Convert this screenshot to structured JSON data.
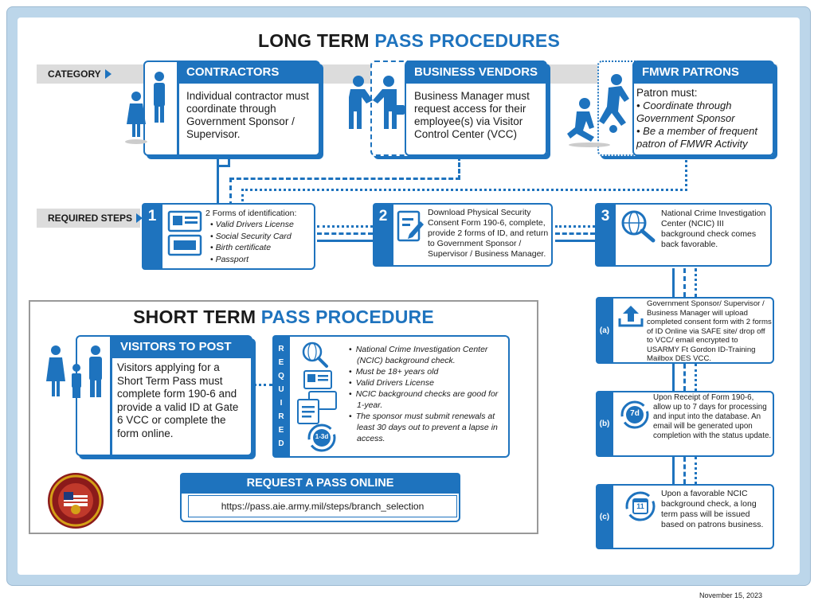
{
  "long_term": {
    "title_dark": "LONG TERM",
    "title_blue": "PASS PROCEDURES",
    "category_label": "CATEGORY",
    "required_steps_label": "REQUIRED STEPS",
    "categories": [
      {
        "heading": "CONTRACTORS",
        "body": "Individual contractor must coordinate through Government Sponsor / Supervisor."
      },
      {
        "heading": "BUSINESS VENDORS",
        "body": "Business Manager must request access for their employee(s) via Visitor Control Center (VCC)"
      },
      {
        "heading": "FMWR PATRONS",
        "intro": "Patron must:",
        "bullets": [
          "Coordinate through Government Sponsor",
          "Be a member of frequent patron of FMWR Activity"
        ]
      }
    ],
    "steps": [
      {
        "number": "1",
        "intro": "2 Forms of identification:",
        "bullets": [
          "Valid Drivers License",
          "Social Security Card",
          "Birth certificate",
          "Passport"
        ]
      },
      {
        "number": "2",
        "body": "Download Physical Security Consent Form 190-6, complete, provide 2 forms of ID, and return to Government Sponsor / Supervisor / Business Manager."
      },
      {
        "number": "3",
        "body": "National Crime Investigation Center (NCIC) III background check comes back favorable."
      }
    ],
    "substeps": [
      {
        "label": "(a)",
        "body": "Government Sponsor/ Supervisor / Business Manager will upload completed consent form with 2 forms of ID Online via SAFE site/ drop off to VCC/ email encrypted to USARMY Ft Gordon ID-Training Mailbox DES VCC."
      },
      {
        "label": "(b)",
        "badge": "7d",
        "body": "Upon Receipt of Form 190-6, allow up to 7 days for processing and input into the database. An email will be generated upon completion with the status update."
      },
      {
        "label": "(c)",
        "badge": "11",
        "body": "Upon a favorable NCIC background check, a long term pass will be issued based on patrons business."
      }
    ]
  },
  "short_term": {
    "title_dark": "SHORT TERM",
    "title_blue": "PASS PROCEDURE",
    "visitors_heading": "VISITORS TO POST",
    "visitors_body": "Visitors applying for a Short Term Pass must complete form 190-6 and provide a valid ID at Gate 6 VCC or complete the form online.",
    "required_letters": [
      "R",
      "E",
      "Q",
      "U",
      "I",
      "R",
      "E",
      "D"
    ],
    "badge": "1-3d",
    "requirements": [
      "National Crime Investigation Center (NCIC) background check.",
      "Must be 18+ years old",
      "Valid Drivers License",
      "NCIC background checks are good for 1-year.",
      "The sponsor must submit renewals at least 30 days out to prevent a lapse in access."
    ],
    "request_heading": "REQUEST A PASS ONLINE",
    "request_url": "https://pass.aie.army.mil/steps/branch_selection"
  },
  "date": "November 15, 2023",
  "colors": {
    "accent": "#1e73be",
    "frame": "#bcd6ea",
    "band": "#dcdcdc"
  }
}
